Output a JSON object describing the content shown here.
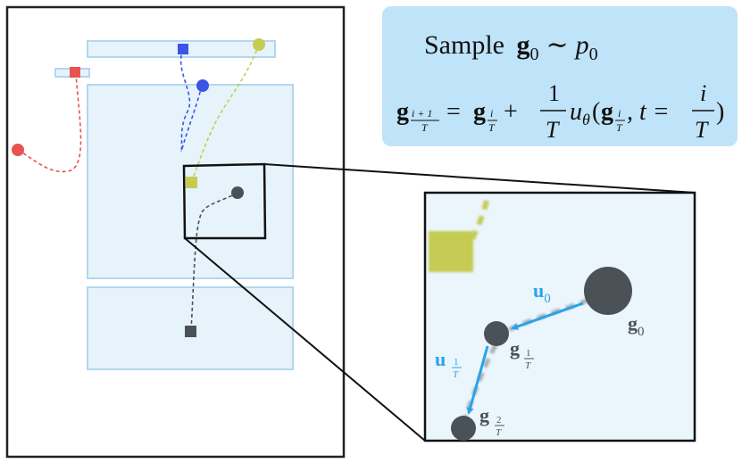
{
  "formula_box": {
    "sample_word": "Sample",
    "g_symbol": "g",
    "g0_sub": "0",
    "tilde": "∼",
    "p_symbol": "p",
    "p0_sub": "0",
    "update": {
      "lhs_sub_num": "i + 1",
      "lhs_sub_den": "T",
      "equals": "=",
      "rhs_sub_num": "i",
      "rhs_sub_den": "T",
      "plus": "+",
      "frac_num": "1",
      "frac_den": "T",
      "u_symbol": "u",
      "theta": "θ",
      "open_paren": "(",
      "comma_t": ", t =",
      "t_frac_num": "i",
      "t_frac_den": "T",
      "close_paren": ")"
    }
  },
  "zoom_labels": {
    "u0": {
      "symbol": "u",
      "sub": "0"
    },
    "u1": {
      "symbol": "u",
      "sub_num": "1",
      "sub_den": "T"
    },
    "g0": {
      "symbol": "g",
      "sub": "0"
    },
    "g1": {
      "symbol": "g",
      "sub_num": "1",
      "sub_den": "T"
    },
    "g2": {
      "symbol": "g",
      "sub_num": "2",
      "sub_den": "T"
    }
  },
  "colors": {
    "box_fill": "#bfe3f8",
    "layout_fill": "#e6f3fb",
    "layout_stroke": "#b3d6ee",
    "red": "#e8534f",
    "blue": "#3b55e6",
    "olive": "#c4cc52",
    "gray": "#4a5257",
    "arrow": "#29a3e8"
  }
}
